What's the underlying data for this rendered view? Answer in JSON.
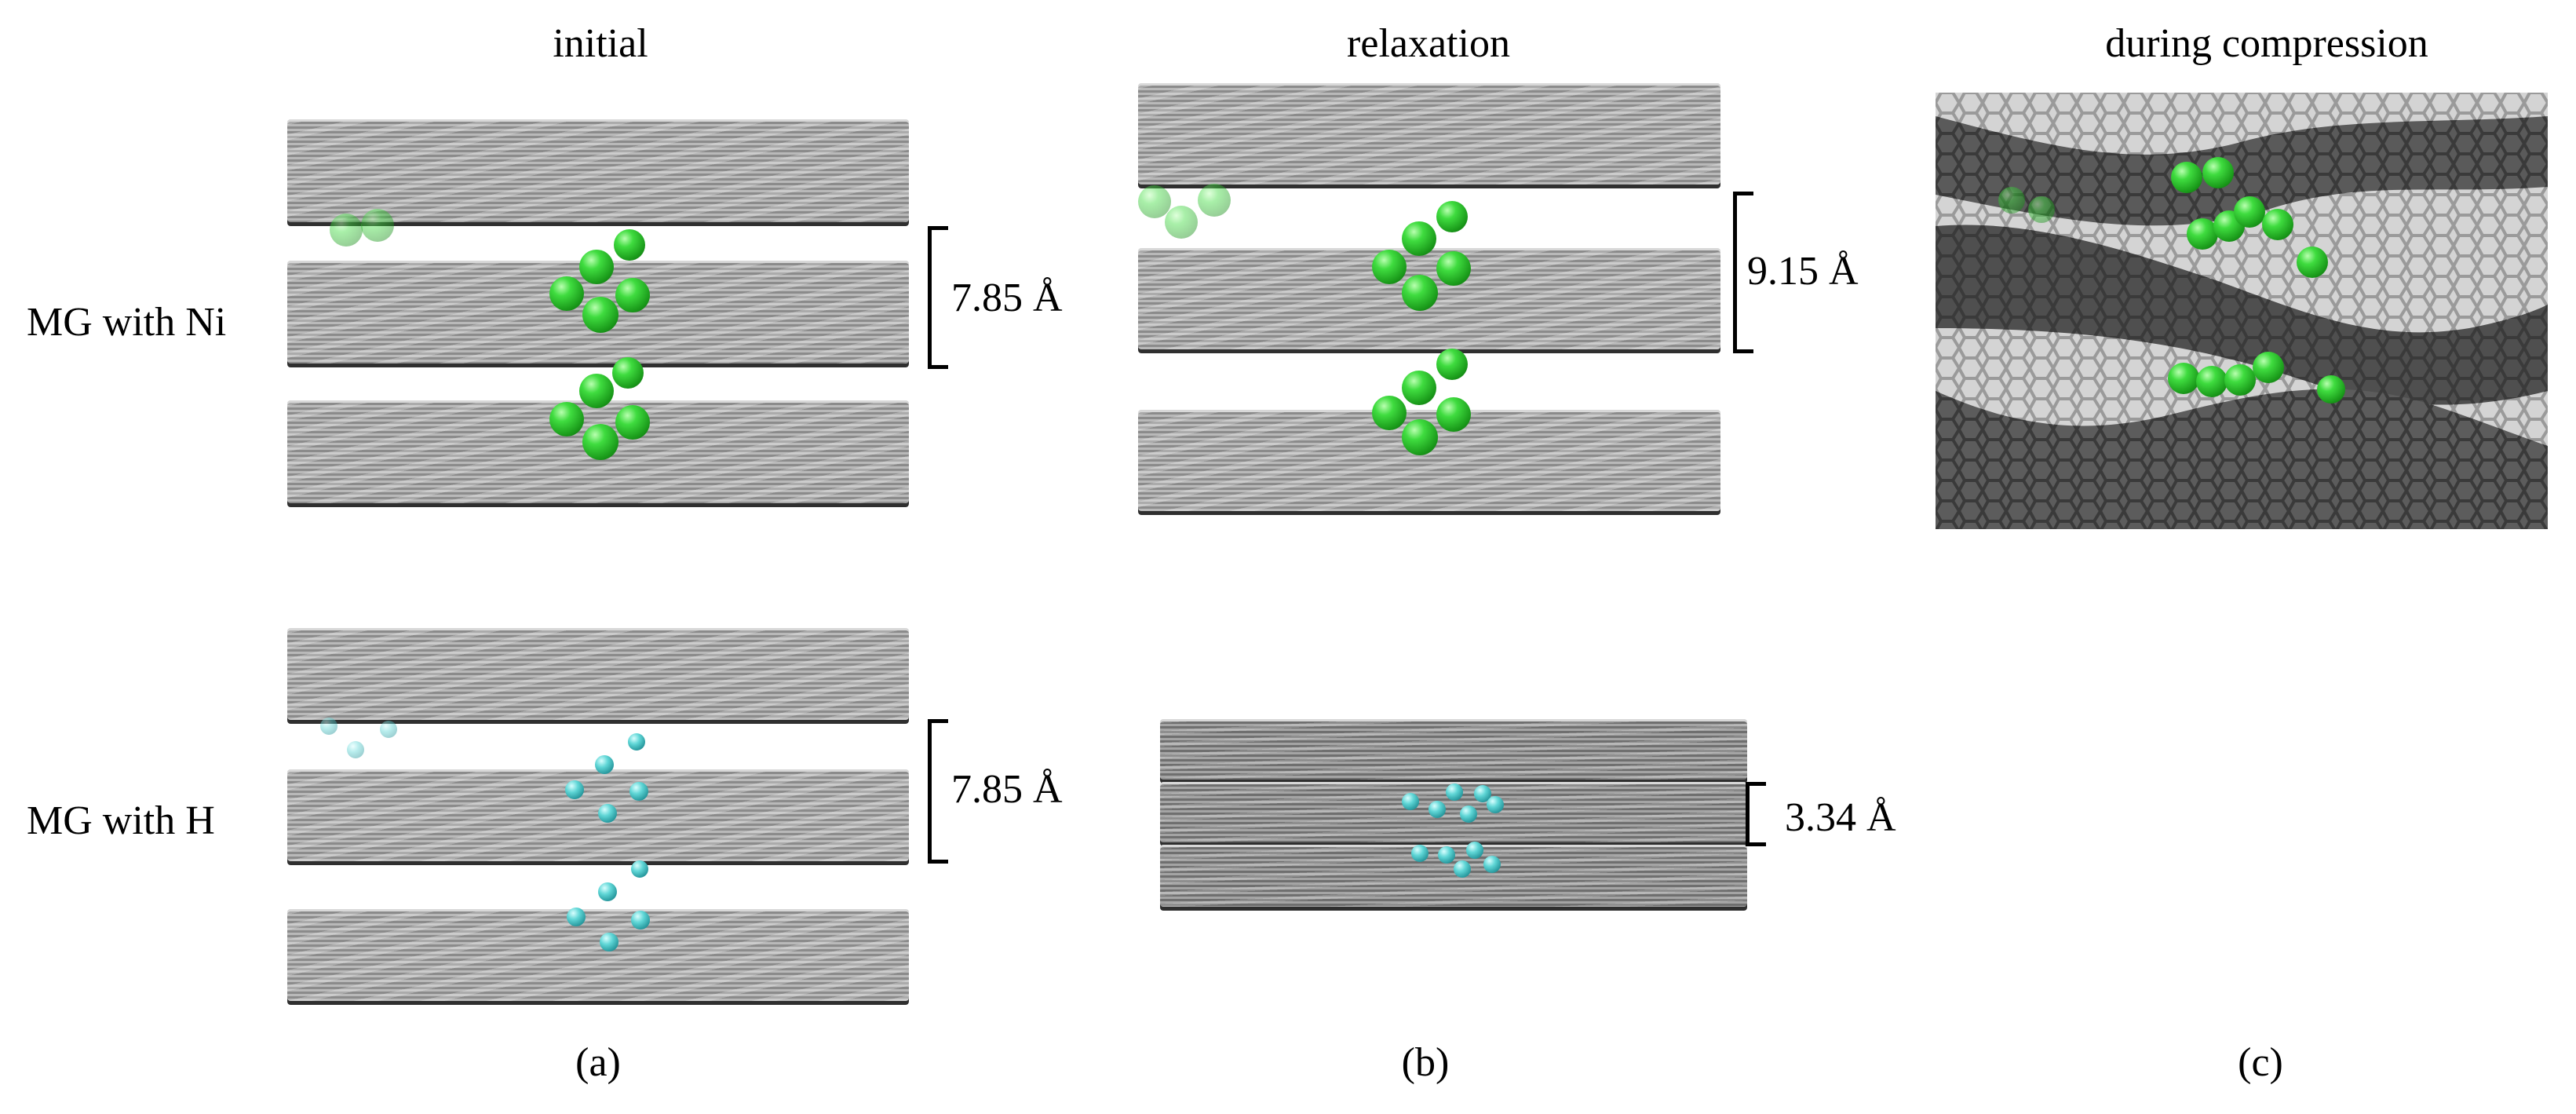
{
  "column_titles": {
    "initial": "initial",
    "relaxation": "relaxation",
    "compression": "during compression"
  },
  "row_labels": {
    "ni": "MG with Ni",
    "h": "MG with H"
  },
  "spacings": {
    "ni_initial": "7.85 Å",
    "ni_relaxation": "9.15 Å",
    "h_initial": "7.85 Å",
    "h_relaxation": "3.34 Å"
  },
  "panel_labels": {
    "a": "(a)",
    "b": "(b)",
    "c": "(c)"
  },
  "colors": {
    "nickel": "#2fcf2f",
    "hydrogen": "#3bb9bf",
    "graphene": "#8e8e8e"
  }
}
